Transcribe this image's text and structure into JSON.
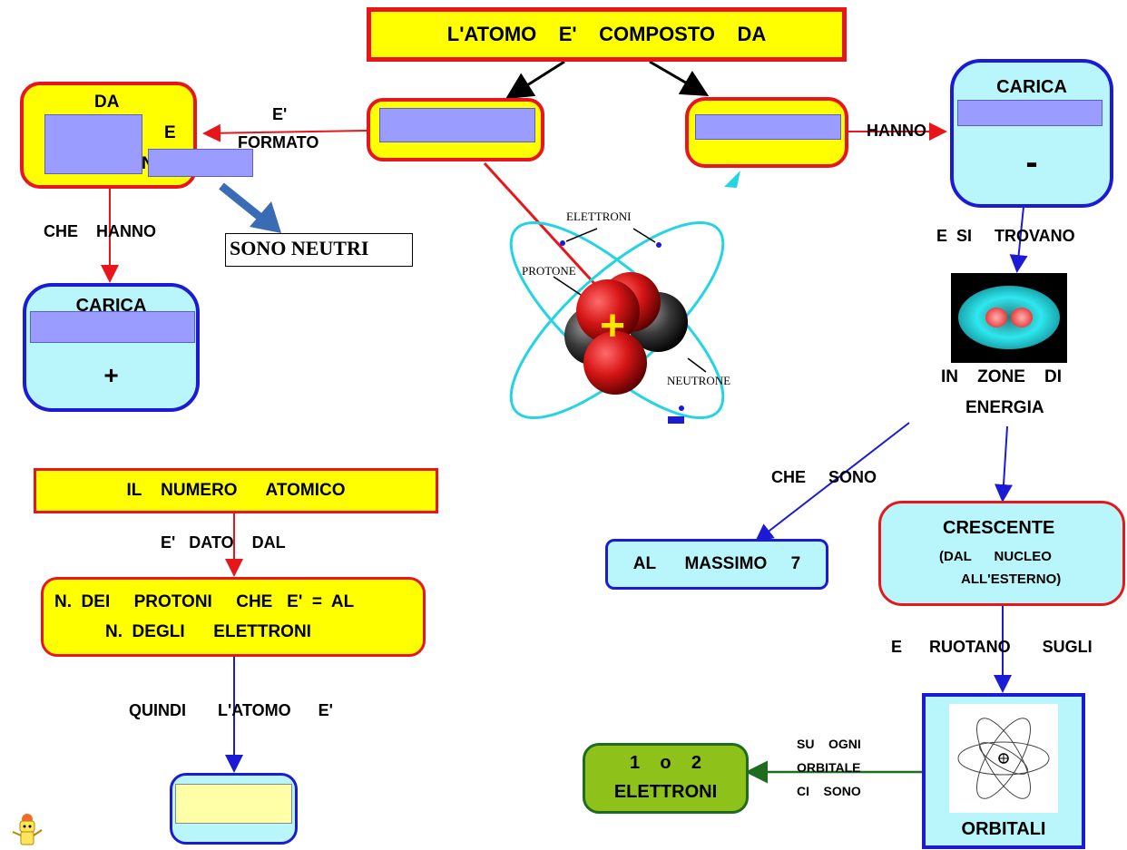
{
  "title": "L'ATOMO    E'    COMPOSTO    DA",
  "left_box": {
    "da": "DA",
    "e": "E",
    "n": "N"
  },
  "labels": {
    "e_formato_1": "E'",
    "e_formato_2": "FORMATO",
    "che_hanno": "CHE    HANNO",
    "hanno": "HANNO",
    "e_si_trovano": "E  SI     TROVANO",
    "in_zone_di": "IN    ZONE    DI",
    "energia": "ENERGIA",
    "che_sono": "CHE     SONO",
    "e_ruotano_sugli": "E      RUOTANO       SUGLI",
    "e_dato_dal": "E'   DATO    DAL",
    "quindi": "QUINDI       L'ATOMO      E'",
    "su_ogni": "SU    OGNI",
    "orbitale": "ORBITALE",
    "ci_sono": "CI    SONO"
  },
  "sono_neutri": "SONO NEUTRI",
  "carica_pos": {
    "title": "CARICA",
    "sign": "+"
  },
  "carica_neg": {
    "title": "CARICA",
    "sign": "-"
  },
  "atom_image": {
    "elettroni": "ELETTRONI",
    "protone": "PROTONE",
    "neutrone": "NEUTRONE",
    "plus": "+",
    "minus": "-"
  },
  "numero_atomico": "IL    NUMERO      ATOMICO",
  "n_protoni": {
    "line1": "N.  DEI     PROTONI     CHE   E'  =  AL",
    "line2": "N.  DEGLI      ELETTRONI"
  },
  "al_massimo": "AL      MASSIMO     7",
  "crescente": {
    "title": "CRESCENTE",
    "line1": "(DAL      NUCLEO",
    "line2": "ALL'ESTERNO)"
  },
  "orbitali": "ORBITALI",
  "elettroni_box": {
    "line1": "1    o    2",
    "line2": "ELETTRONI"
  },
  "colors": {
    "yellow": "#ffff00",
    "red": "#e8161b",
    "blue": "#1b1bd6",
    "cyan": "#b9f6fb",
    "green": "#8ec21a",
    "dark_green": "#1f6b1f",
    "blank": "#9a9cff"
  }
}
